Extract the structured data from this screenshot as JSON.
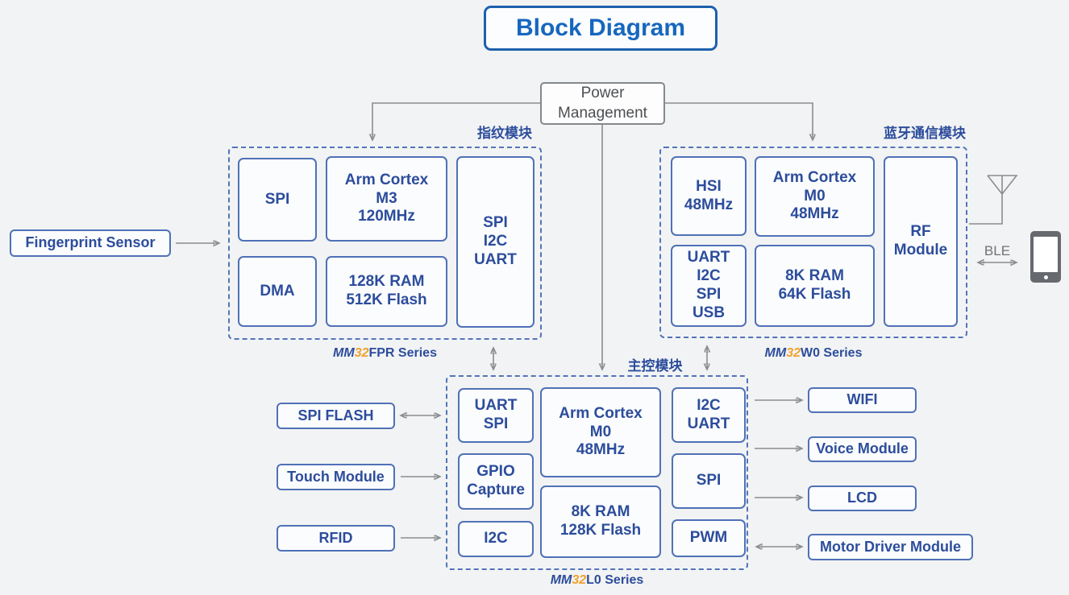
{
  "title": "Block Diagram",
  "power_management": {
    "label": "Power\nManagement"
  },
  "fingerprint_sensor": {
    "label": "Fingerprint Sensor"
  },
  "groups": {
    "fingerprint": {
      "name_cn": "指纹模块",
      "series": {
        "prefix": "MM",
        "num": "32",
        "suffix": "FPR Series"
      },
      "boxes": {
        "spi": "SPI",
        "cpu": "Arm Cortex\nM3\n120MHz",
        "periph": "SPI\nI2C\nUART",
        "dma": "DMA",
        "mem": "128K RAM\n512K Flash"
      }
    },
    "bluetooth": {
      "name_cn": "蓝牙通信模块",
      "series": {
        "prefix": "MM",
        "num": "32",
        "suffix": "W0 Series"
      },
      "boxes": {
        "hsi": "HSI\n48MHz",
        "cpu": "Arm Cortex\nM0\n48MHz",
        "rf": "RF\nModule",
        "periph": "UART\nI2C\nSPI\nUSB",
        "mem": "8K RAM\n64K Flash"
      }
    },
    "main": {
      "name_cn": "主控模块",
      "series": {
        "prefix": "MM",
        "num": "32",
        "suffix": "L0 Series"
      },
      "boxes": {
        "uart_spi": "UART\nSPI",
        "cpu": "Arm Cortex\nM0\n48MHz",
        "i2c_uart": "I2C\nUART",
        "gpio": "GPIO\nCapture",
        "spi": "SPI",
        "i2c": "I2C",
        "mem": "8K RAM\n128K Flash",
        "pwm": "PWM"
      }
    }
  },
  "peripherals": {
    "left": [
      {
        "label": "SPI FLASH"
      },
      {
        "label": "Touch Module"
      },
      {
        "label": "RFID"
      }
    ],
    "right": [
      {
        "label": "WIFI"
      },
      {
        "label": "Voice Module"
      },
      {
        "label": "LCD"
      },
      {
        "label": "Motor Driver Module"
      }
    ]
  },
  "ble_label": "BLE",
  "icons": {
    "antenna": "antenna-icon",
    "phone": "smartphone-icon"
  },
  "colors": {
    "box_border_blue": "#4f71b7",
    "text_blue": "#2c4d9c",
    "title_blue": "#1667bf",
    "series_orange": "#f0a22e",
    "connector_gray": "#8a8d8f",
    "background": "#f2f3f4"
  }
}
